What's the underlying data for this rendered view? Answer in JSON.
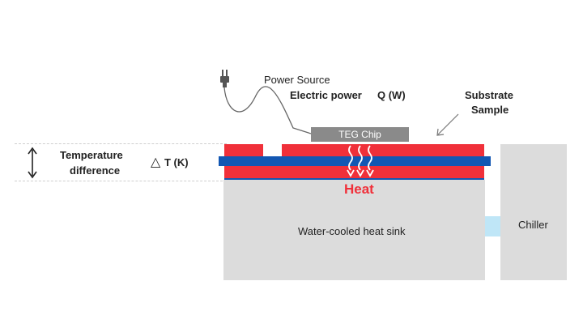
{
  "labels": {
    "power_source": "Power Source",
    "electric_power": "Electric power",
    "power_unit": "Q (W)",
    "substrate_line1": "Substrate",
    "substrate_line2": "Sample",
    "teg_chip": "TEG Chip",
    "temp_diff_line1": "Temperature",
    "temp_diff_line2": "difference",
    "delta_t_symbol": "△",
    "delta_t_unit": "T (K)",
    "heat": "Heat",
    "heat_sink": "Water-cooled heat sink",
    "chiller": "Chiller"
  },
  "colors": {
    "substrate_red": "#f0303a",
    "sample_blue": "#1257b3",
    "heat_text": "#f0303a",
    "heat_sink_gray": "#dcdcdc",
    "teg_gray": "#8a8a8a",
    "coolant_blue": "#bfe6f7"
  },
  "icons": {
    "plug": "power-plug-icon",
    "heat_flow": "wavy-arrow-icon",
    "pointer": "pointer-arrow-icon",
    "range": "double-arrow-icon"
  }
}
